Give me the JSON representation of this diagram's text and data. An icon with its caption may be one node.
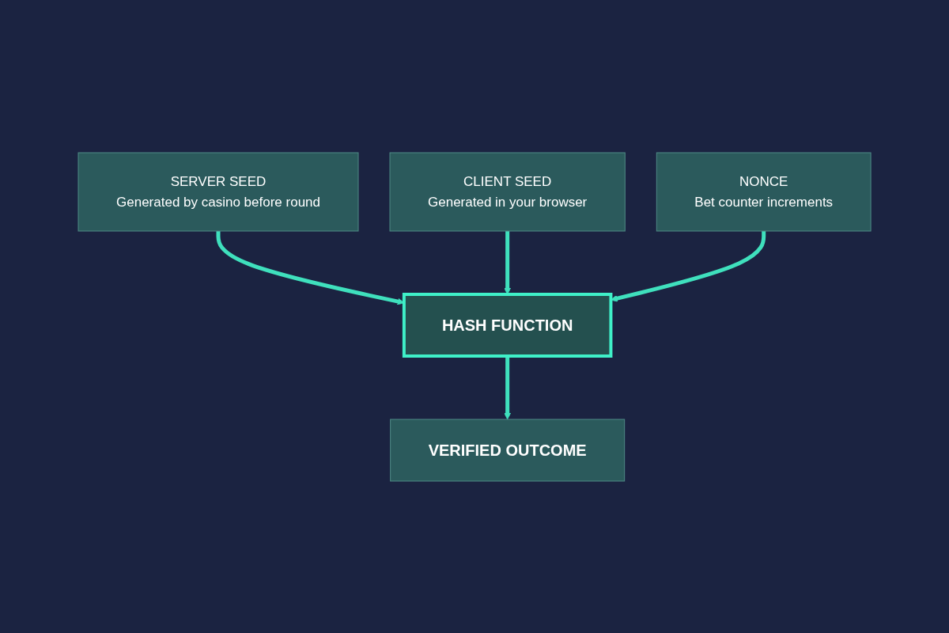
{
  "diagram": {
    "nodes": [
      {
        "text": [
          "SERVER SEED",
          "Generated by casino before round"
        ]
      },
      {
        "text": [
          "CLIENT SEED",
          "Generated in your browser"
        ]
      },
      {
        "text": [
          "NONCE",
          "Bet counter increments"
        ]
      },
      {
        "text": [
          "HASH FUNCTION"
        ]
      },
      {
        "text": [
          "VERIFIED OUTCOME"
        ]
      }
    ],
    "edges": [
      {
        "from": 0,
        "to": 3,
        "arrow": "to"
      },
      {
        "from": 1,
        "to": 3,
        "arrow": "to"
      },
      {
        "from": 2,
        "to": 3,
        "arrow": "to"
      },
      {
        "from": 3,
        "to": 4,
        "arrow": "to"
      }
    ]
  }
}
